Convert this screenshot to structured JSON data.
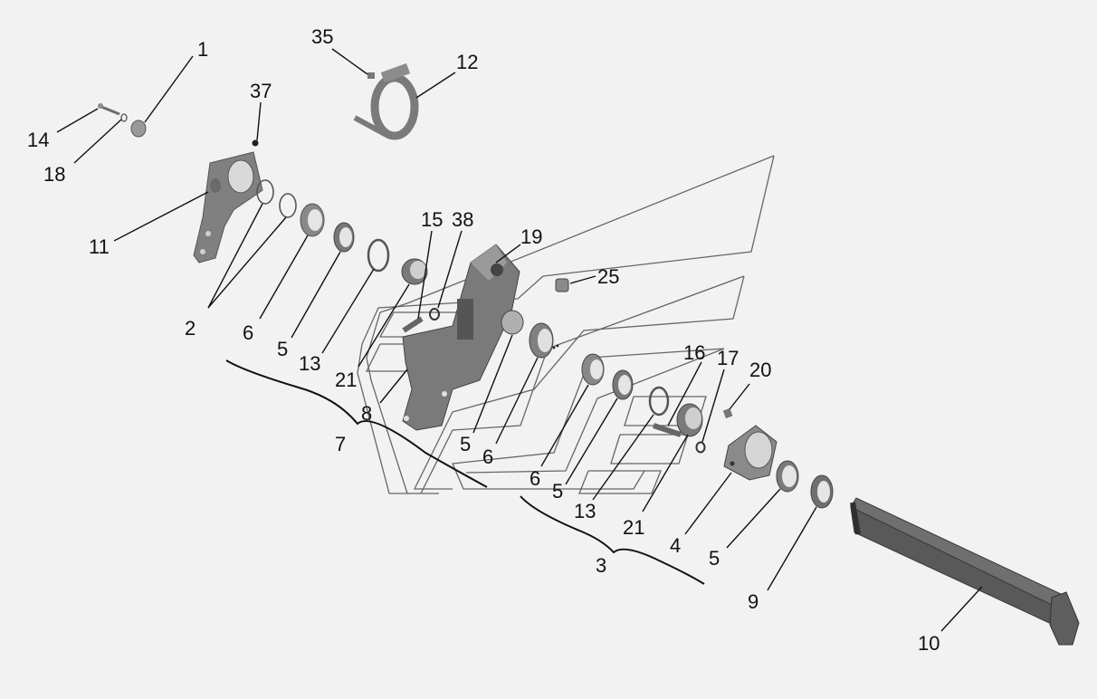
{
  "callouts": [
    {
      "id": "c1",
      "text": "1"
    },
    {
      "id": "c2",
      "text": "2"
    },
    {
      "id": "c3",
      "text": "3"
    },
    {
      "id": "c4",
      "text": "4"
    },
    {
      "id": "c5a",
      "text": "5"
    },
    {
      "id": "c5b",
      "text": "5"
    },
    {
      "id": "c5c",
      "text": "5"
    },
    {
      "id": "c5d",
      "text": "5"
    },
    {
      "id": "c6a",
      "text": "6"
    },
    {
      "id": "c6b",
      "text": "6"
    },
    {
      "id": "c6c",
      "text": "6"
    },
    {
      "id": "c7",
      "text": "7"
    },
    {
      "id": "c8",
      "text": "8"
    },
    {
      "id": "c9",
      "text": "9"
    },
    {
      "id": "c10",
      "text": "10"
    },
    {
      "id": "c11",
      "text": "11"
    },
    {
      "id": "c12",
      "text": "12"
    },
    {
      "id": "c13a",
      "text": "13"
    },
    {
      "id": "c13b",
      "text": "13"
    },
    {
      "id": "c14",
      "text": "14"
    },
    {
      "id": "c15",
      "text": "15"
    },
    {
      "id": "c16",
      "text": "16"
    },
    {
      "id": "c17",
      "text": "17"
    },
    {
      "id": "c18",
      "text": "18"
    },
    {
      "id": "c19",
      "text": "19"
    },
    {
      "id": "c20",
      "text": "20"
    },
    {
      "id": "c21a",
      "text": "21"
    },
    {
      "id": "c21b",
      "text": "21"
    },
    {
      "id": "c25",
      "text": "25"
    },
    {
      "id": "c35",
      "text": "35"
    },
    {
      "id": "c37",
      "text": "37"
    },
    {
      "id": "c38",
      "text": "38"
    }
  ],
  "colors": {
    "background": "#f2f2f2",
    "part_dark": "#6b6b6b",
    "part_mid": "#8c8c8c",
    "part_light": "#b5b5b5",
    "line": "#111111"
  }
}
